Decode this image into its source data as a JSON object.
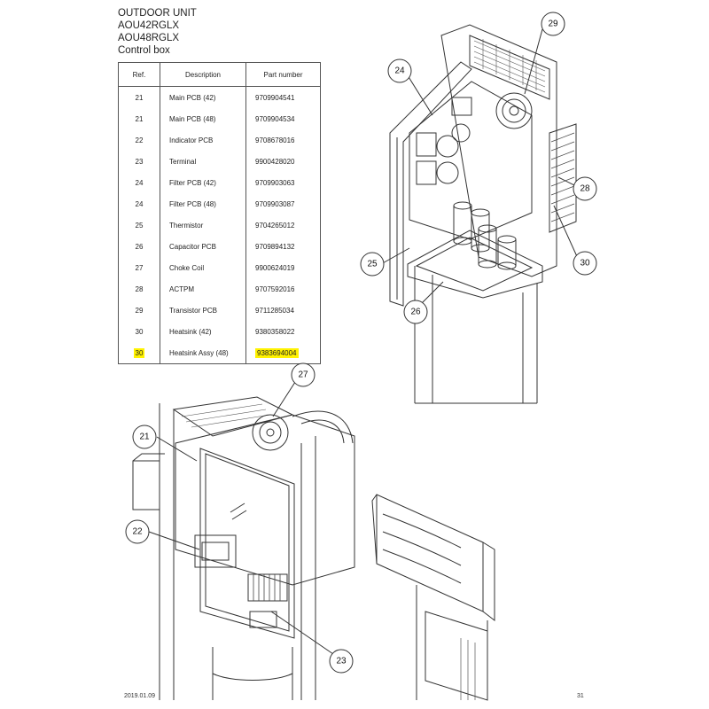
{
  "header": {
    "line1": "OUTDOOR UNIT",
    "line2": "AOU42RGLX",
    "line3": "AOU48RGLX",
    "line4": "Control box"
  },
  "table": {
    "columns": [
      "Ref.",
      "Description",
      "Part number"
    ],
    "rows": [
      {
        "ref": "21",
        "desc": "Main PCB (42)",
        "pn": "9709904541",
        "highlight": false
      },
      {
        "ref": "21",
        "desc": "Main PCB (48)",
        "pn": "9709904534",
        "highlight": false
      },
      {
        "ref": "22",
        "desc": "Indicator PCB",
        "pn": "9708678016",
        "highlight": false
      },
      {
        "ref": "23",
        "desc": "Terminal",
        "pn": "9900428020",
        "highlight": false
      },
      {
        "ref": "24",
        "desc": "Filter PCB (42)",
        "pn": "9709903063",
        "highlight": false
      },
      {
        "ref": "24",
        "desc": "Filter PCB (48)",
        "pn": "9709903087",
        "highlight": false
      },
      {
        "ref": "25",
        "desc": "Thermistor",
        "pn": "9704265012",
        "highlight": false
      },
      {
        "ref": "26",
        "desc": "Capacitor PCB",
        "pn": "9709894132",
        "highlight": false
      },
      {
        "ref": "27",
        "desc": "Choke Coil",
        "pn": "9900624019",
        "highlight": false
      },
      {
        "ref": "28",
        "desc": "ACTPM",
        "pn": "9707592016",
        "highlight": false
      },
      {
        "ref": "29",
        "desc": "Transistor PCB",
        "pn": "9711285034",
        "highlight": false
      },
      {
        "ref": "30",
        "desc": "Heatsink (42)",
        "pn": "9380358022",
        "highlight": false
      },
      {
        "ref": "30",
        "desc": "Heatsink Assy (48)",
        "pn": "9383694004",
        "highlight": true
      }
    ]
  },
  "callouts": {
    "c21": "21",
    "c22": "22",
    "c23": "23",
    "c24": "24",
    "c25": "25",
    "c26": "26",
    "c27": "27",
    "c28": "28",
    "c29": "29",
    "c30": "30"
  },
  "footer": {
    "date": "2019.01.09",
    "page": "31"
  },
  "colors": {
    "highlight": "#fff200",
    "line": "#333333"
  }
}
